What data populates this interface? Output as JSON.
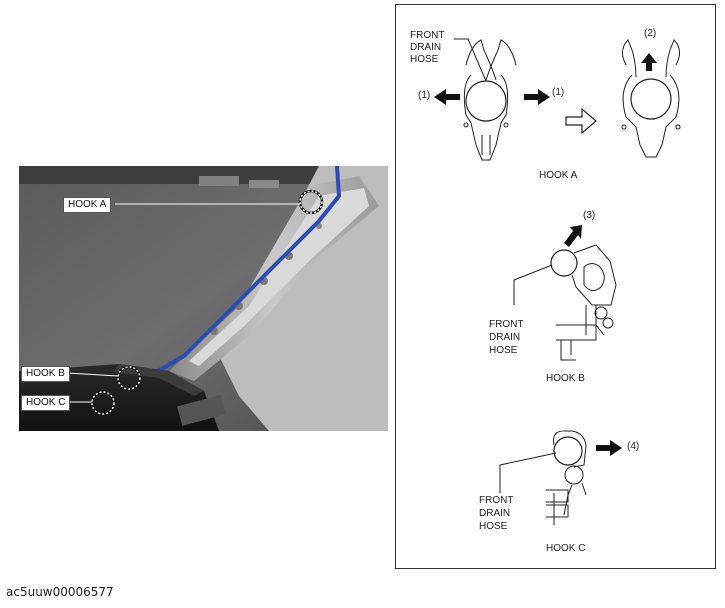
{
  "photo": {
    "callouts": [
      "HOOK A",
      "HOOK B",
      "HOOK C"
    ]
  },
  "diagram": {
    "hook_a": {
      "hose_label": [
        "FRONT",
        "DRAIN",
        "HOSE"
      ],
      "arrow_left": "(1)",
      "arrow_right": "(1)",
      "arrow_up": "(2)",
      "caption": "HOOK A"
    },
    "hook_b": {
      "arrow": "(3)",
      "hose_label": [
        "FRONT",
        "DRAIN",
        "HOSE"
      ],
      "caption": "HOOK B"
    },
    "hook_c": {
      "arrow": "(4)",
      "hose_label": [
        "FRONT",
        "DRAIN",
        "HOSE"
      ],
      "caption": "HOOK C"
    }
  },
  "figure_id": "ac5uuw00006577"
}
